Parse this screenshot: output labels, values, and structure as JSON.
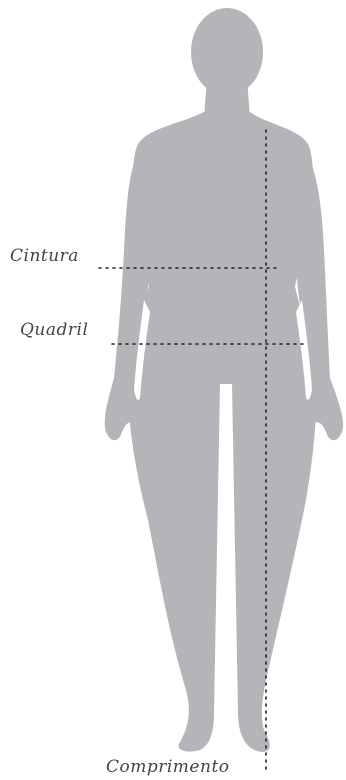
{
  "colors": {
    "background": "#ffffff",
    "silhouette": "#b4b5b8",
    "measure_line": "#222222",
    "label_text": "#444444"
  },
  "measurements": {
    "waist": "Cintura",
    "hip": "Quadril",
    "length": "Comprimento"
  }
}
